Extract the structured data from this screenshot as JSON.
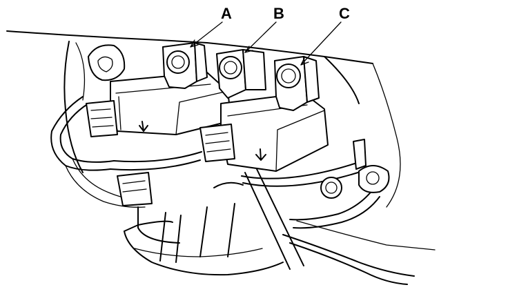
{
  "figure": {
    "labels": [
      {
        "id": "A",
        "text": "A"
      },
      {
        "id": "B",
        "text": "B"
      },
      {
        "id": "C",
        "text": "C"
      }
    ]
  }
}
